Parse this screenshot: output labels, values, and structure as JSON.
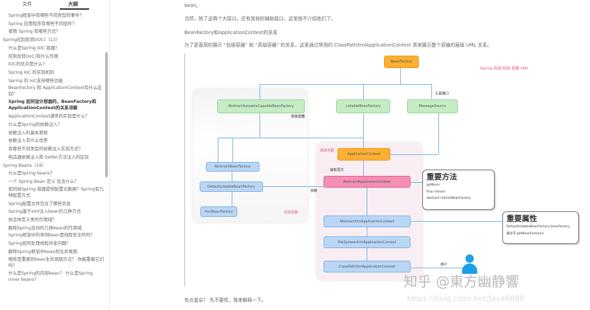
{
  "sidebar": {
    "tabs": [
      {
        "label": "文件"
      },
      {
        "label": "大纲",
        "active": true
      }
    ],
    "items": [
      {
        "text": "Spring框架中有哪些不同类型的事件？",
        "level": 2
      },
      {
        "text": "Spring 应用程序有哪些不同组件？",
        "level": 2
      },
      {
        "text": "使用 Spring 有哪些方式？",
        "level": 2
      },
      {
        "text": "Spring控制反转(IOC)（13）",
        "level": 1
      },
      {
        "text": "什么是Spring IOC 容器？",
        "level": 2
      },
      {
        "text": "控制反转(IoC)有什么作用",
        "level": 2
      },
      {
        "text": "IOC的优点是什么？",
        "level": 2
      },
      {
        "text": "Spring IoC 的实现机制",
        "level": 2
      },
      {
        "text": "Spring 的 IoC支持哪些功能",
        "level": 2
      },
      {
        "text": "BeanFactory 和 ApplicationContext有什么区别？",
        "level": 2,
        "wrap": true
      },
      {
        "text": "Spring 如何设计容器的，BeanFactory和ApplicationContext的关系详解",
        "level": 2,
        "bold": true,
        "wrap": true
      },
      {
        "text": "ApplicationContext通常的实现是什么？",
        "level": 2
      },
      {
        "text": "什么是Spring的依赖注入？",
        "level": 2
      },
      {
        "text": "依赖注入的基本原则",
        "level": 2
      },
      {
        "text": "依赖注入有什么优势",
        "level": 2
      },
      {
        "text": "有哪些不同类型的依赖注入实现方式？",
        "level": 2
      },
      {
        "text": "构造器依赖注入和 Setter方法注入的区别",
        "level": 2
      },
      {
        "text": "Spring Beans（19）",
        "level": 1
      },
      {
        "text": "什么是Spring beans？",
        "level": 2
      },
      {
        "text": "一个 Spring Bean 定义 包含什么？",
        "level": 2
      },
      {
        "text": "如何给Spring 容器提供配置元数据？Spring有几种配置方式",
        "level": 2,
        "wrap": true
      },
      {
        "text": "Spring配置文件包含了哪些信息",
        "level": 2
      },
      {
        "text": "Spring基于xml注入bean的几种方式",
        "level": 2
      },
      {
        "text": "你怎样定义类的作用域？",
        "level": 2
      },
      {
        "text": "解释Spring支持的几种bean的作用域",
        "level": 2
      },
      {
        "text": "Spring框架中的单例bean是线程安全的吗？",
        "level": 2,
        "wrap": true
      },
      {
        "text": "Spring如何处理线程并发问题？",
        "level": 2
      },
      {
        "text": "解释Spring框架中bean的生命周期",
        "level": 2
      },
      {
        "text": "哪些是重要的bean生命周期方法？ 你能重载它们吗？",
        "level": 2,
        "wrap": true
      },
      {
        "text": "什么是Spring的内部bean？ 什么是Spring inner beans？",
        "level": 2,
        "wrap": true
      }
    ]
  },
  "content": {
    "p1": "bean。",
    "p2": "当然，除了这两个大接口，还有其他的辅助接口，这里就不介绍他们了。",
    "p3": "BeanFactory和ApplicationContext的关系",
    "p4": "为了更直观的展示 “低级容器” 和 “高级容器” 的关系，这里通过常用的 ClassPathXmlApplicationContext 类来展示整个容器的层级 UML 关系。",
    "p5": "有点复杂？ 先不要慌，我来解释一下。"
  },
  "diagram": {
    "caption": "Spring 高级/低级 容器 UML",
    "bean_factory": "BeanFactory",
    "abstract_autowire": "AbstractAutowireCapableBeanFactory",
    "low_label1": "低级容器",
    "listable": "ListableBeanFactory",
    "message_source": "MessageSource",
    "tool_label": "工具接口",
    "abstract_bean_factory": "AbstractBeanFactory",
    "default_listable": "DefaultListableBeanFactory",
    "xml_bean_factory": "XmlBeanFactory",
    "low_label2": "低级容器",
    "high_label": "高级容器",
    "application_context": "ApplicationContext",
    "abstract_layer": "抽象层次",
    "abstract_app_ctx": "AbstractApplicationContext",
    "depend_label": "依赖",
    "abstract_xml": "AbstractXmlApplicationContext",
    "file_system": "FileSystemXmlApplicationContext",
    "class_path": "ClassPathXmlApplicationContext",
    "user_label": "用户",
    "methods": {
      "title": "重要方法",
      "items": [
        "getBean",
        "final refresh",
        "abstract refreshBeanFactory"
      ]
    },
    "props": {
      "title": "重要属性",
      "items": [
        "DefaultListableBeanFactory beanFactory",
        "通过子 getBeanFactory()"
      ]
    },
    "colors": {
      "line": "#7ab6e0",
      "orange": "#fdb034",
      "green": "#c6ecc4",
      "blue": "#b9d7f5",
      "pink": "#f48fb5",
      "user": "#1ea0e6"
    }
  },
  "watermark": {
    "text": "知乎 @東方幽静響",
    "url": "https://blog.csdn.net/Java6888"
  }
}
